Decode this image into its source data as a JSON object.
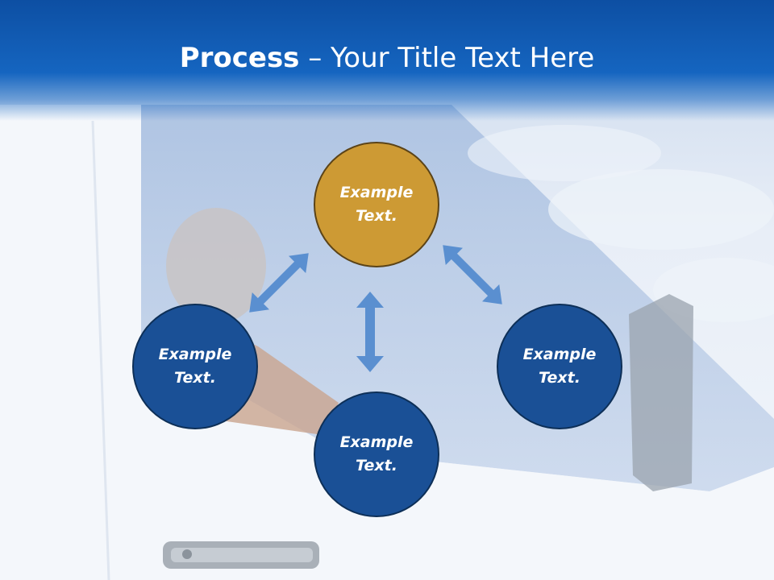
{
  "title": {
    "bold": "Process",
    "rest": " – Your Title Text Here"
  },
  "colors": {
    "title_bar": "#1565c0",
    "node_blue": "#1a5096",
    "node_gold": "#cd9a34",
    "arrow": "#5a8fd0"
  },
  "nodes": {
    "top": {
      "line1": "Example",
      "line2": "Text."
    },
    "left": {
      "line1": "Example",
      "line2": "Text."
    },
    "right": {
      "line1": "Example",
      "line2": "Text."
    },
    "bottom": {
      "line1": "Example",
      "line2": "Text."
    }
  }
}
